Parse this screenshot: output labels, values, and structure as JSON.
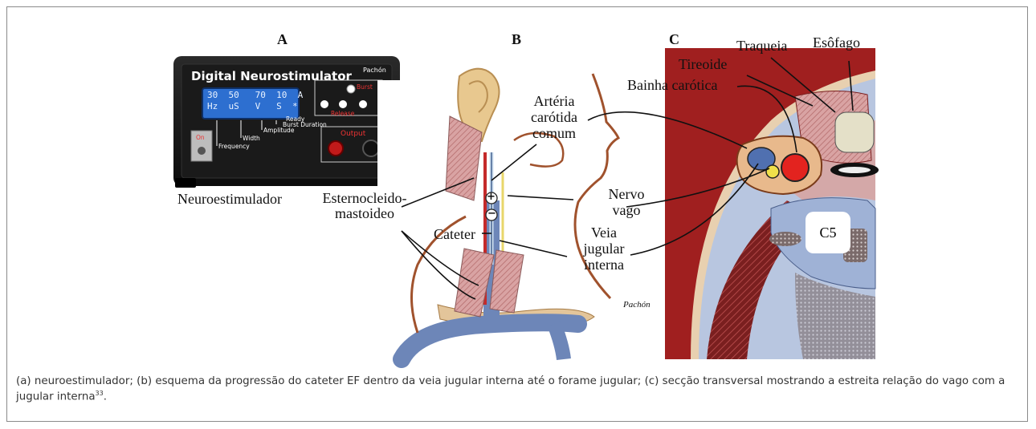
{
  "panels": {
    "a_letter": "A",
    "b_letter": "B",
    "c_letter": "C"
  },
  "device": {
    "title": "Digital Neurostimulator",
    "brand": "Pachón",
    "lcd_values": "30  50   70  10  A",
    "lcd_units": "Hz  uS   V   S  *",
    "burst": "Burst",
    "release": "Release",
    "on": "On",
    "output": "Output",
    "frequency": "Frequency",
    "width": "Width",
    "amplitude": "Amplitude",
    "ready": "Ready",
    "burst_duration": "Burst Duration"
  },
  "labels": {
    "neuroestimulador": "Neuroestimulador",
    "esternocleido_1": "Esternocleido-",
    "esternocleido_2": "mastoideo",
    "arteria_1": "Artéria",
    "arteria_2": "carótida",
    "arteria_3": "comum",
    "cateter": "Cateter",
    "nervo_1": "Nervo",
    "nervo_2": "vago",
    "veia_1": "Veia",
    "veia_2": "jugular",
    "veia_3": "interna",
    "pachon": "Pachón",
    "traqueia": "Traqueia",
    "esofago": "Esôfago",
    "tireoide": "Tireoide",
    "bainha": "Bainha carótica",
    "c5": "C5",
    "plus": "+",
    "minus": "−"
  },
  "caption": {
    "text": "(a) neuroestimulador; (b) esquema da progressão do cateter EF dentro da veia jugular interna até o forame jugular; (c) secção transversal mostrando a estreita relação do vago com a jugular interna",
    "ref": "33",
    "end": "."
  },
  "colors": {
    "frame": "#8a8a8a",
    "skin_line": "#a0522d",
    "vein_blue": "#6d86b8",
    "muscle_pink": "#d7a39c",
    "cross_section_red": "#8c1c1c",
    "cross_section_bg": "#b8c6e0"
  }
}
